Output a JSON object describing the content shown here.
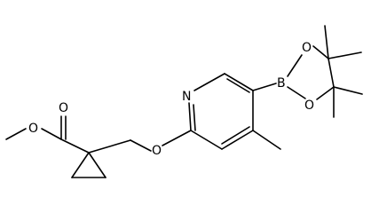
{
  "structure": {
    "atoms": {
      "o_methyl_ester": "O",
      "o_carbonyl": "O",
      "o_ether": "O",
      "n_pyridine": "N",
      "b_boron": "B",
      "o_boronate_top": "O",
      "o_boronate_bottom": "O"
    }
  },
  "colors": {
    "stroke": "#000000",
    "background": "#ffffff"
  }
}
